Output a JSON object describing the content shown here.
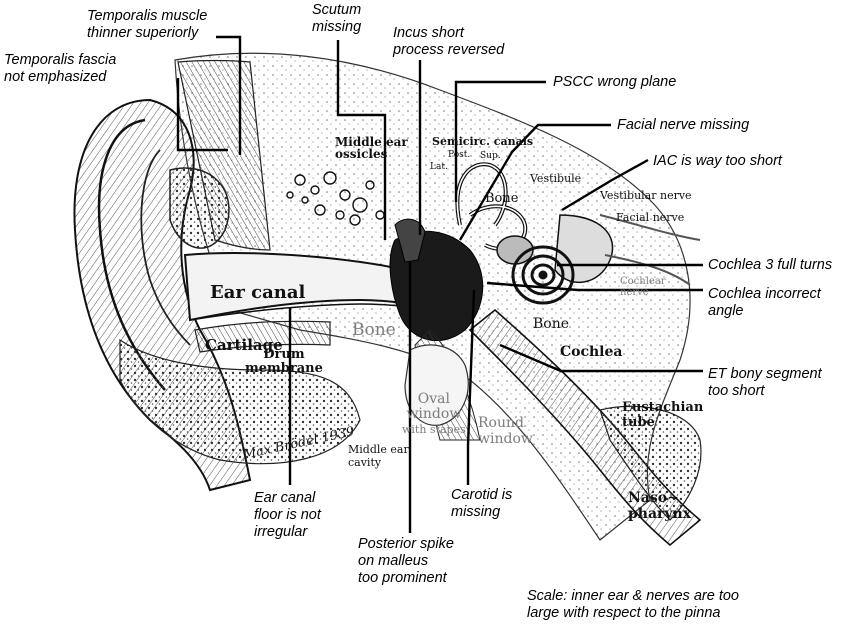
{
  "annotations": [
    {
      "id": "temporalis-muscle",
      "lines": [
        "Temporalis muscle",
        "thinner superiorly"
      ]
    },
    {
      "id": "temporalis-fascia",
      "lines": [
        "Temporalis fascia",
        "not emphasized"
      ]
    },
    {
      "id": "scutum",
      "lines": [
        "Scutum",
        "missing"
      ]
    },
    {
      "id": "incus",
      "lines": [
        "Incus short",
        "process reversed"
      ]
    },
    {
      "id": "pscc",
      "lines": [
        "PSCC wrong plane"
      ]
    },
    {
      "id": "facial-nerve",
      "lines": [
        "Facial nerve missing"
      ]
    },
    {
      "id": "iac",
      "lines": [
        "IAC is way too short"
      ]
    },
    {
      "id": "cochlea-turns",
      "lines": [
        "Cochlea 3 full turns"
      ]
    },
    {
      "id": "cochlea-angle",
      "lines": [
        "Cochlea incorrect",
        "angle"
      ]
    },
    {
      "id": "et-bony",
      "lines": [
        "ET bony segment",
        "too short"
      ]
    },
    {
      "id": "ear-canal-floor",
      "lines": [
        "Ear canal",
        "floor is not",
        "irregular"
      ]
    },
    {
      "id": "posterior-spike",
      "lines": [
        "Posterior spike",
        "on malleus",
        "too prominent"
      ]
    },
    {
      "id": "carotid",
      "lines": [
        "Carotid is",
        "missing"
      ]
    },
    {
      "id": "scale",
      "lines": [
        "Scale: inner ear & nerves are too",
        "large with respect to the pinna"
      ]
    }
  ],
  "labels": {
    "middle_ear_ossicles": [
      "Middle ear",
      "ossicles"
    ],
    "semicirc_canals": "Semicirc. canals",
    "post": "Post.",
    "sup": "Sup.",
    "lat": "Lat.",
    "vestibule": "Vestibule",
    "vestibular_nerve": "Vestibular nerve",
    "facial_nerve": "Facial nerve",
    "bone_upper": "Bone",
    "ear_canal": "Ear canal",
    "cartilage": "Cartilage",
    "bone_mid": "Bone",
    "cochlear_nerve": [
      "Cochlear",
      "nerve"
    ],
    "bone_lower": "Bone",
    "cochlea": "Cochlea",
    "drum_membrane": [
      "Drum",
      "membrane"
    ],
    "oval_window": [
      "Oval",
      "window",
      "with stapes"
    ],
    "round_window": [
      "Round",
      "window"
    ],
    "eustachian_tube": [
      "Eustachian",
      "tube"
    ],
    "middle_ear_cavity": [
      "Middle ear",
      "cavity"
    ],
    "nasopharynx": [
      "Naso~",
      "pharynx"
    ]
  },
  "signature": {
    "name": "Max Brödel",
    "year": "1939"
  }
}
